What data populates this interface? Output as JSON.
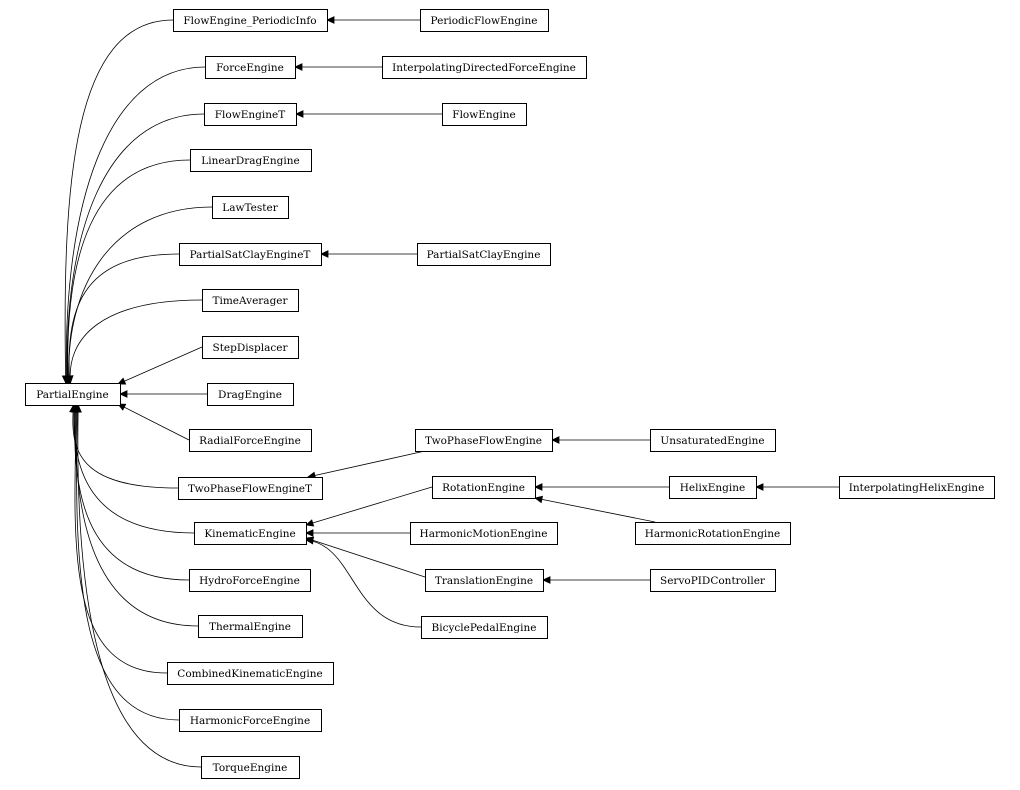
{
  "nodes": [
    {
      "id": "PartialEngine",
      "label": "PartialEngine"
    },
    {
      "id": "FlowEngine_PeriodicInfo",
      "label": "FlowEngine_PeriodicInfo"
    },
    {
      "id": "PeriodicFlowEngine",
      "label": "PeriodicFlowEngine"
    },
    {
      "id": "ForceEngine",
      "label": "ForceEngine"
    },
    {
      "id": "InterpolatingDirectedForceEngine",
      "label": "InterpolatingDirectedForceEngine"
    },
    {
      "id": "FlowEngineT",
      "label": "FlowEngineT"
    },
    {
      "id": "FlowEngine",
      "label": "FlowEngine"
    },
    {
      "id": "LinearDragEngine",
      "label": "LinearDragEngine"
    },
    {
      "id": "LawTester",
      "label": "LawTester"
    },
    {
      "id": "PartialSatClayEngineT",
      "label": "PartialSatClayEngineT"
    },
    {
      "id": "PartialSatClayEngine",
      "label": "PartialSatClayEngine"
    },
    {
      "id": "TimeAverager",
      "label": "TimeAverager"
    },
    {
      "id": "StepDisplacer",
      "label": "StepDisplacer"
    },
    {
      "id": "DragEngine",
      "label": "DragEngine"
    },
    {
      "id": "RadialForceEngine",
      "label": "RadialForceEngine"
    },
    {
      "id": "TwoPhaseFlowEngine",
      "label": "TwoPhaseFlowEngine"
    },
    {
      "id": "UnsaturatedEngine",
      "label": "UnsaturatedEngine"
    },
    {
      "id": "TwoPhaseFlowEngineT",
      "label": "TwoPhaseFlowEngineT"
    },
    {
      "id": "RotationEngine",
      "label": "RotationEngine"
    },
    {
      "id": "HelixEngine",
      "label": "HelixEngine"
    },
    {
      "id": "InterpolatingHelixEngine",
      "label": "InterpolatingHelixEngine"
    },
    {
      "id": "KinematicEngine",
      "label": "KinematicEngine"
    },
    {
      "id": "HarmonicMotionEngine",
      "label": "HarmonicMotionEngine"
    },
    {
      "id": "HarmonicRotationEngine",
      "label": "HarmonicRotationEngine"
    },
    {
      "id": "TranslationEngine",
      "label": "TranslationEngine"
    },
    {
      "id": "ServoPIDController",
      "label": "ServoPIDController"
    },
    {
      "id": "BicyclePedalEngine",
      "label": "BicyclePedalEngine"
    },
    {
      "id": "HydroForceEngine",
      "label": "HydroForceEngine"
    },
    {
      "id": "ThermalEngine",
      "label": "ThermalEngine"
    },
    {
      "id": "CombinedKinematicEngine",
      "label": "CombinedKinematicEngine"
    },
    {
      "id": "HarmonicForceEngine",
      "label": "HarmonicForceEngine"
    },
    {
      "id": "TorqueEngine",
      "label": "TorqueEngine"
    }
  ],
  "edges": [
    {
      "from": "FlowEngine_PeriodicInfo",
      "to": "PartialEngine"
    },
    {
      "from": "ForceEngine",
      "to": "PartialEngine"
    },
    {
      "from": "FlowEngineT",
      "to": "PartialEngine"
    },
    {
      "from": "LinearDragEngine",
      "to": "PartialEngine"
    },
    {
      "from": "LawTester",
      "to": "PartialEngine"
    },
    {
      "from": "PartialSatClayEngineT",
      "to": "PartialEngine"
    },
    {
      "from": "TimeAverager",
      "to": "PartialEngine"
    },
    {
      "from": "StepDisplacer",
      "to": "PartialEngine"
    },
    {
      "from": "DragEngine",
      "to": "PartialEngine"
    },
    {
      "from": "RadialForceEngine",
      "to": "PartialEngine"
    },
    {
      "from": "TwoPhaseFlowEngineT",
      "to": "PartialEngine"
    },
    {
      "from": "KinematicEngine",
      "to": "PartialEngine"
    },
    {
      "from": "HydroForceEngine",
      "to": "PartialEngine"
    },
    {
      "from": "ThermalEngine",
      "to": "PartialEngine"
    },
    {
      "from": "CombinedKinematicEngine",
      "to": "PartialEngine"
    },
    {
      "from": "HarmonicForceEngine",
      "to": "PartialEngine"
    },
    {
      "from": "TorqueEngine",
      "to": "PartialEngine"
    },
    {
      "from": "PeriodicFlowEngine",
      "to": "FlowEngine_PeriodicInfo"
    },
    {
      "from": "InterpolatingDirectedForceEngine",
      "to": "ForceEngine"
    },
    {
      "from": "FlowEngine",
      "to": "FlowEngineT"
    },
    {
      "from": "PartialSatClayEngine",
      "to": "PartialSatClayEngineT"
    },
    {
      "from": "TwoPhaseFlowEngine",
      "to": "TwoPhaseFlowEngineT"
    },
    {
      "from": "UnsaturatedEngine",
      "to": "TwoPhaseFlowEngine"
    },
    {
      "from": "RotationEngine",
      "to": "KinematicEngine"
    },
    {
      "from": "HarmonicMotionEngine",
      "to": "KinematicEngine"
    },
    {
      "from": "TranslationEngine",
      "to": "KinematicEngine"
    },
    {
      "from": "BicyclePedalEngine",
      "to": "KinematicEngine"
    },
    {
      "from": "HelixEngine",
      "to": "RotationEngine"
    },
    {
      "from": "HarmonicRotationEngine",
      "to": "RotationEngine"
    },
    {
      "from": "InterpolatingHelixEngine",
      "to": "HelixEngine"
    },
    {
      "from": "ServoPIDController",
      "to": "TranslationEngine"
    }
  ]
}
